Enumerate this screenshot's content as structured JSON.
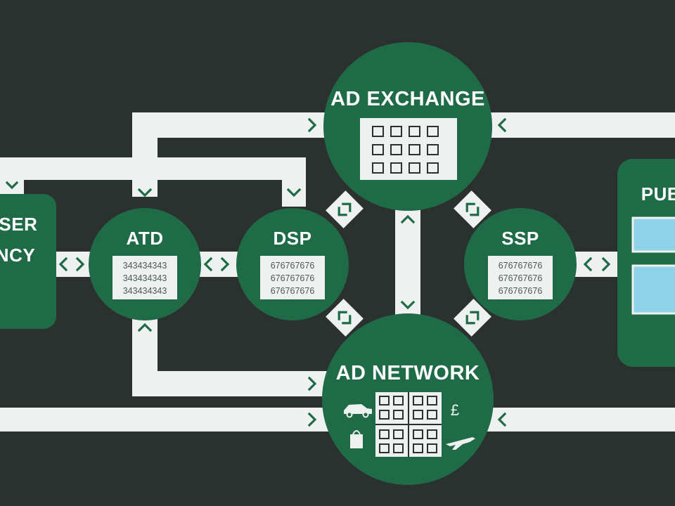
{
  "nodes": {
    "ad_exchange": {
      "title": "AD EXCHANGE"
    },
    "ad_network": {
      "title": "AD NETWORK",
      "currency_symbol": "£"
    },
    "atd": {
      "title": "ATD",
      "ids": [
        "343434343",
        "343434343",
        "343434343"
      ]
    },
    "dsp": {
      "title": "DSP",
      "ids": [
        "676767676",
        "676767676",
        "676767676"
      ]
    },
    "ssp": {
      "title": "SSP",
      "ids": [
        "676767676",
        "676767676",
        "676767676"
      ]
    },
    "advertiser": {
      "title_line1": "ISER",
      "title_line2": "NCY"
    },
    "publisher": {
      "title": "PUB"
    }
  },
  "colors": {
    "background": "#2b312f",
    "node": "#1f6b48",
    "connector": "#eef1ef",
    "screen": "#8fd3e8"
  },
  "icons": [
    "car-icon",
    "shopping-bag-icon",
    "pound-sign-icon",
    "airplane-icon",
    "chevron-arrow-icon"
  ]
}
